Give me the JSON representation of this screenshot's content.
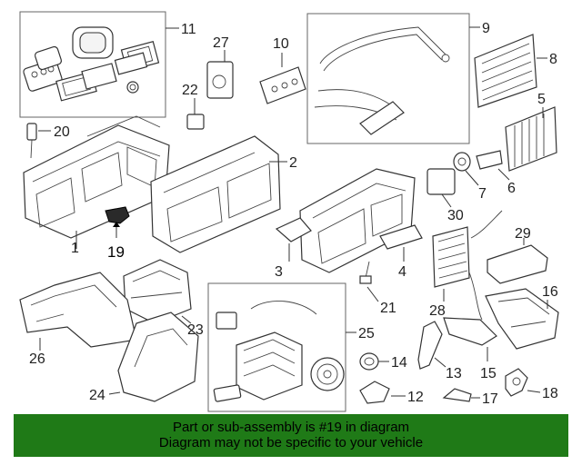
{
  "callouts": [
    "11",
    "27",
    "10",
    "9",
    "8",
    "22",
    "5",
    "20",
    "2",
    "7",
    "6",
    "1",
    "30",
    "19",
    "29",
    "3",
    "4",
    "21",
    "28",
    "16",
    "23",
    "25",
    "26",
    "14",
    "13",
    "15",
    "24",
    "12",
    "17",
    "18"
  ],
  "highlighted_callout": "19",
  "banner": {
    "line1": "Part or sub-assembly is #19 in diagram",
    "line2": "Diagram may not be specific to your vehicle"
  },
  "colors": {
    "banner_bg": "#1f7a17",
    "highlight_part": "#2a2a2a"
  }
}
